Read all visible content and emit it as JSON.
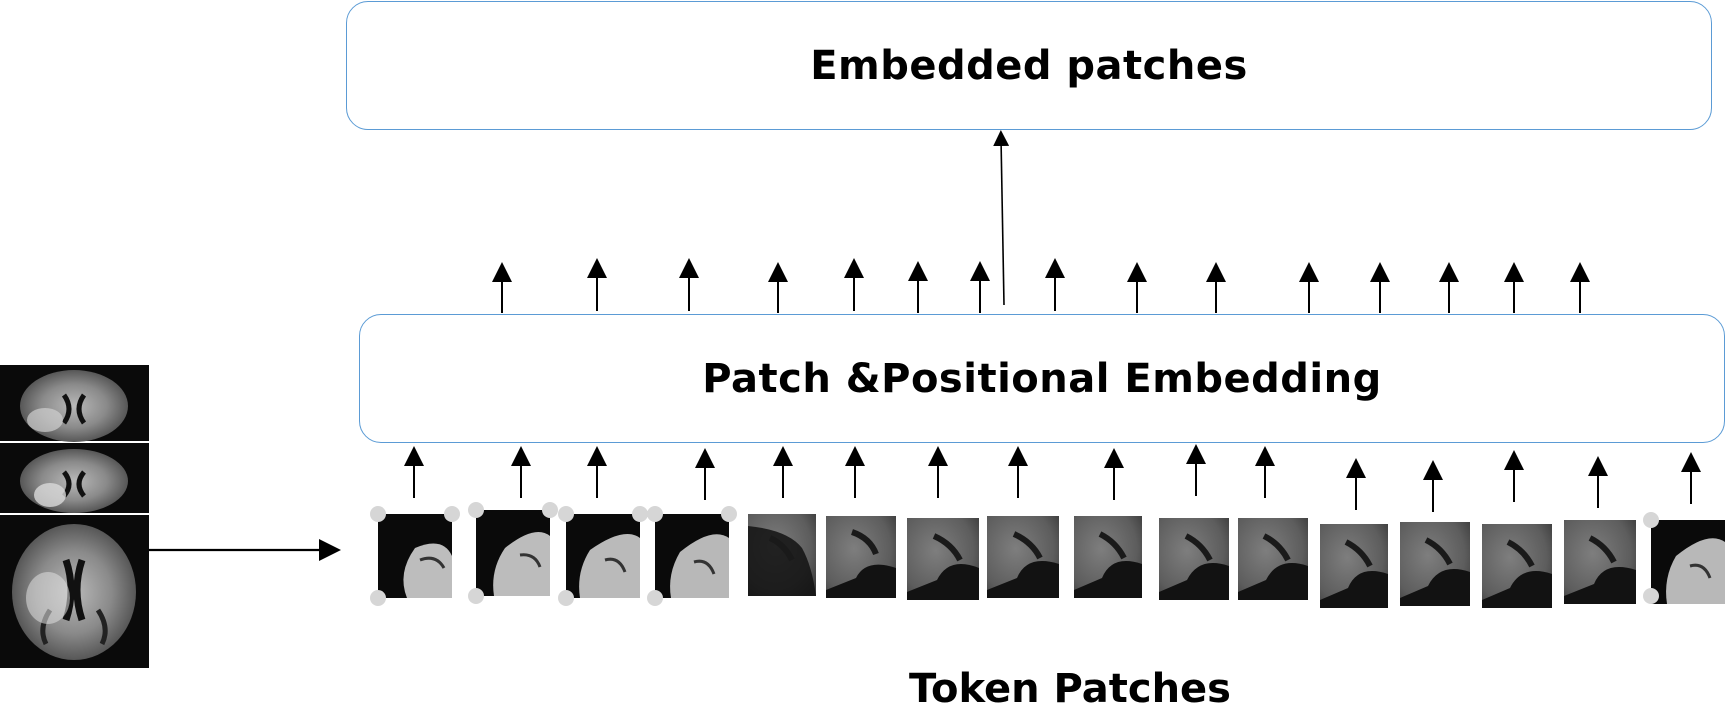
{
  "diagram": {
    "top_box_label": "Embedded patches",
    "middle_box_label": "Patch &Positional Embedding",
    "bottom_label": "Token Patches"
  },
  "colors": {
    "box_border": "#5b9bd5",
    "arrow": "#000000",
    "mri_background": "#0a0a0a"
  }
}
